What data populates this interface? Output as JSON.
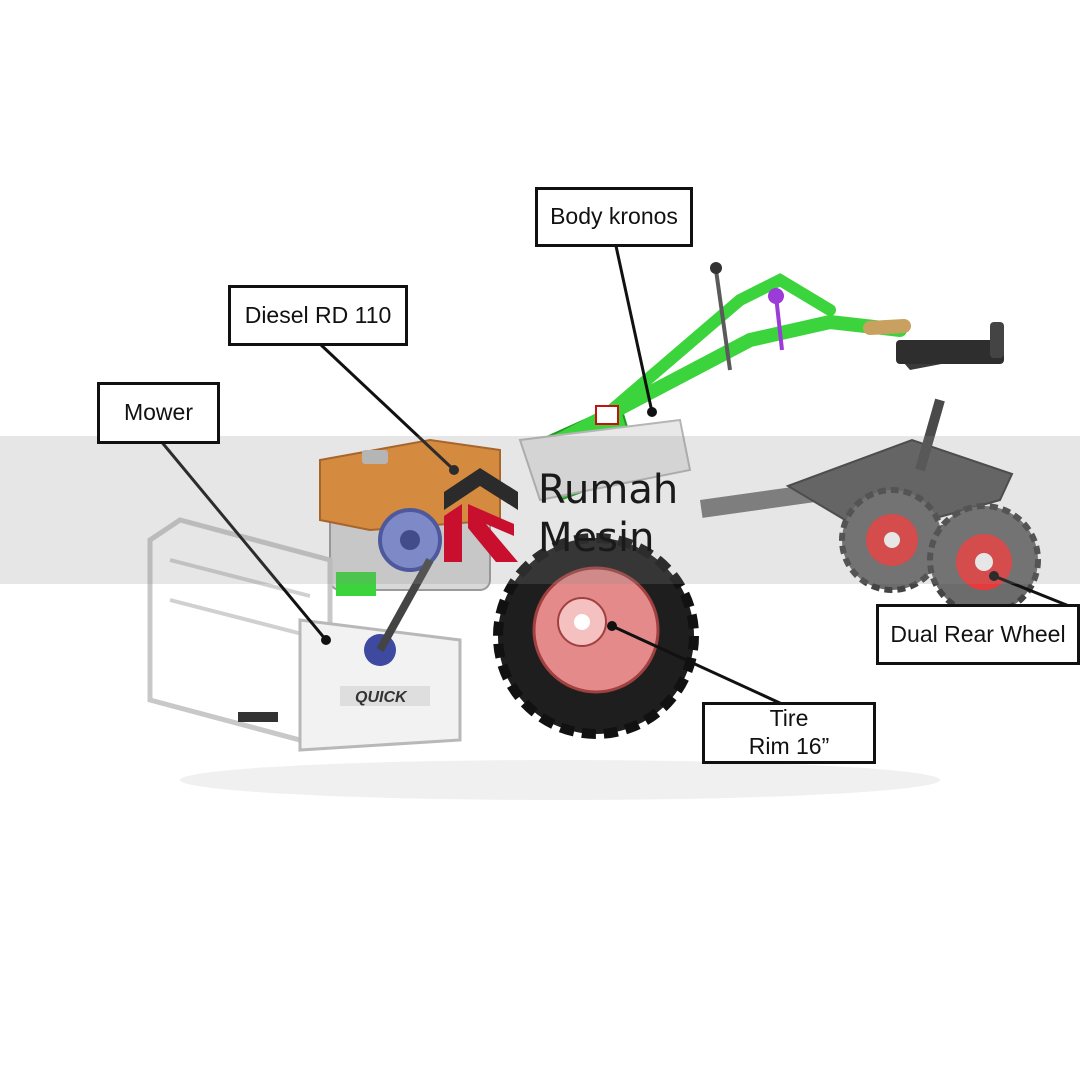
{
  "labels": {
    "body": "Body kronos",
    "engine": "Diesel RD 110",
    "mower": "Mower",
    "rear_wheel": "Dual Rear Wheel",
    "tire_line1": "Tire",
    "tire_line2": "Rim 16”"
  },
  "watermark": {
    "line1": "Rumah",
    "line2": "Mesin"
  },
  "machine_markings": {
    "mower_brand": "QUICK"
  },
  "colors": {
    "frame_green": "#3cd43c",
    "engine_orange": "#e8892a",
    "wheel_rim_pink": "#e58a8a",
    "rear_hub_red": "#e83a3a",
    "logo_red": "#c8102e",
    "logo_dark": "#2b2b2b"
  }
}
